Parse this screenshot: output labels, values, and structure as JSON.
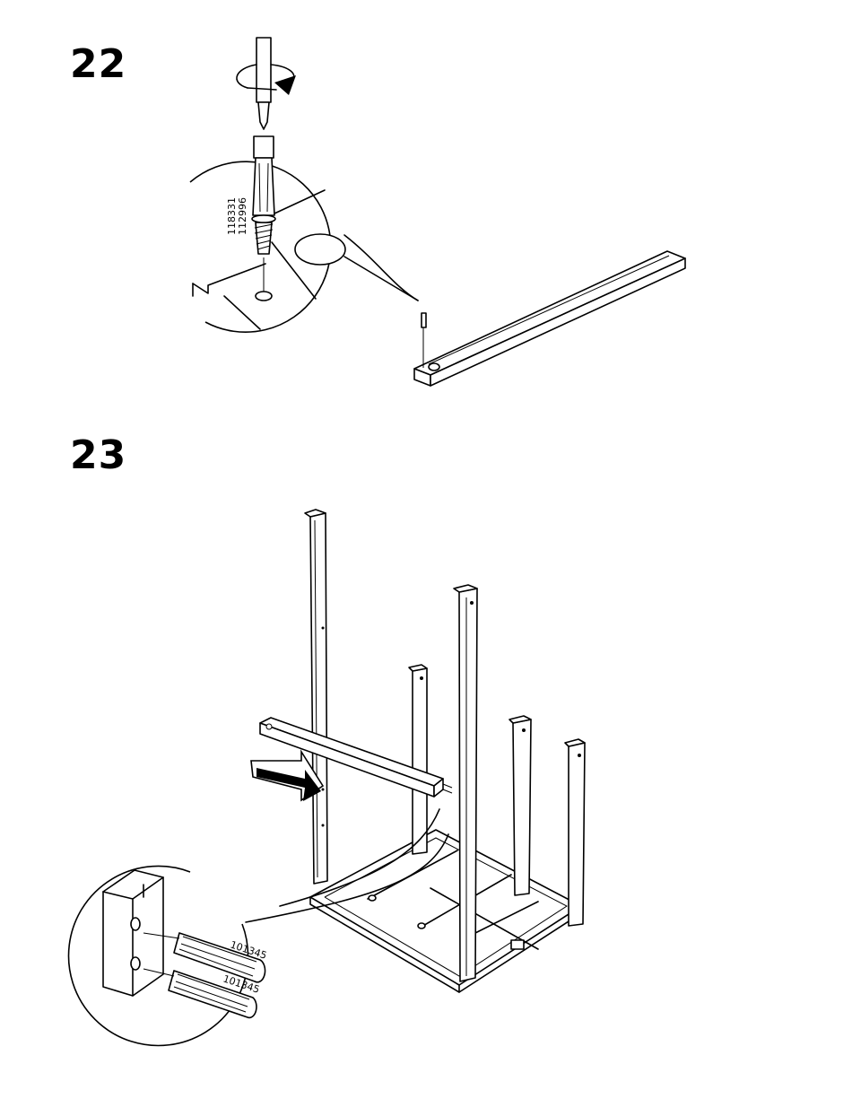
{
  "steps": [
    {
      "number": "22",
      "parts": [
        "118331",
        "112996"
      ]
    },
    {
      "number": "23",
      "parts": [
        "101345",
        "101345"
      ]
    }
  ],
  "colors": {
    "ink": "#000000",
    "paper": "#ffffff"
  },
  "icons": [
    "screwdriver-icon",
    "rotate-clockwise-arrow-icon",
    "push-arrow-icon"
  ]
}
